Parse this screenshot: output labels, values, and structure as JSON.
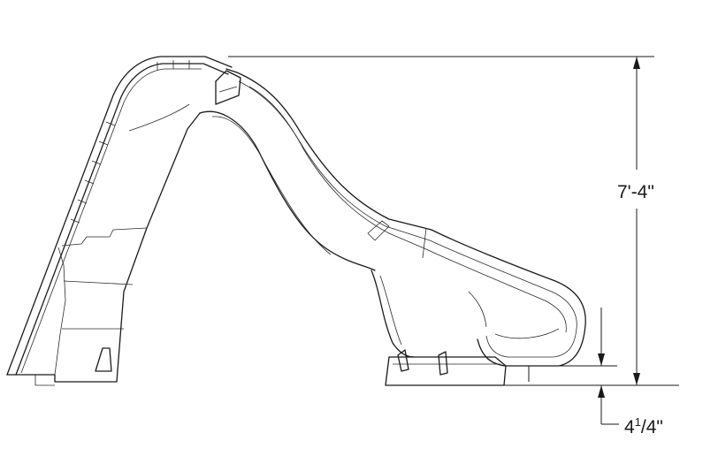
{
  "drawing": {
    "height_dimension": "7'-4\"",
    "offset_dimension": {
      "whole": "4",
      "numerator": "1",
      "denominator": "/4\""
    }
  }
}
